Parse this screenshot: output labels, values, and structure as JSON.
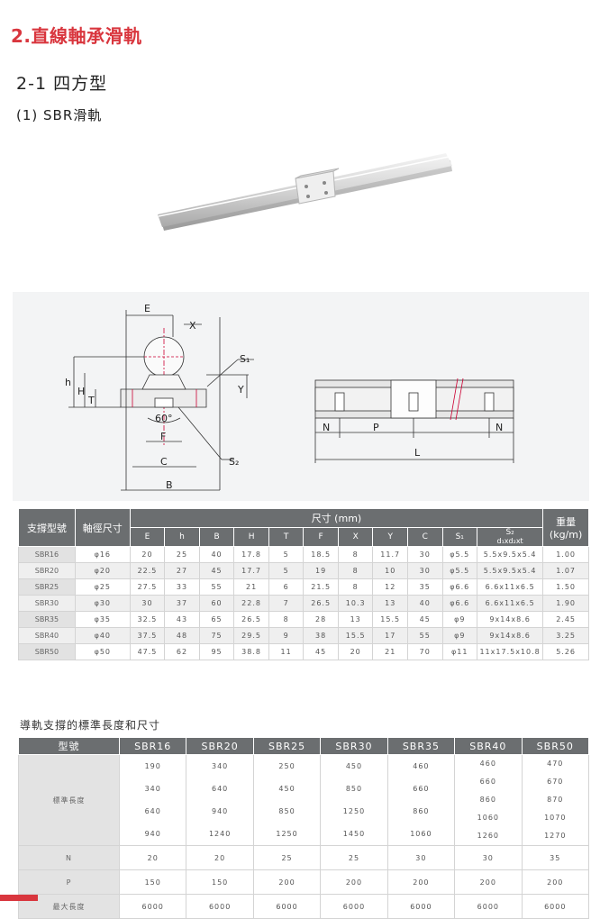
{
  "section_title": "2.直線軸承滑軌",
  "sub_title": "2-1 四方型",
  "sub_sub_title": "(1) SBR滑軌",
  "diagram": {
    "left_labels": {
      "E": "E",
      "X": "X",
      "S1": "S₁",
      "h": "h",
      "H": "H",
      "T": "T",
      "Y": "Y",
      "angle": "60°",
      "F": "F",
      "S2": "S₂",
      "C": "C",
      "B": "B"
    },
    "right_labels": {
      "N1": "N",
      "P": "P",
      "N2": "N",
      "L": "L"
    }
  },
  "spec_table": {
    "col_model": "支撐型號",
    "col_shaft": "軸徑尺寸",
    "col_dims_group": "尺寸 (mm)",
    "col_weight": "重量(kg/m)",
    "dim_headers": [
      "E",
      "h",
      "B",
      "H",
      "T",
      "F",
      "X",
      "Y",
      "C",
      "S₁"
    ],
    "s2_header": "S₂",
    "s2_sub": "d₁xd₂xt",
    "rows": [
      {
        "model": "SBR16",
        "shaft": "φ16",
        "vals": [
          "20",
          "25",
          "40",
          "17.8",
          "5",
          "18.5",
          "8",
          "11.7",
          "30",
          "φ5.5"
        ],
        "s2": "5.5x9.5x5.4",
        "weight": "1.00"
      },
      {
        "model": "SBR20",
        "shaft": "φ20",
        "vals": [
          "22.5",
          "27",
          "45",
          "17.7",
          "5",
          "19",
          "8",
          "10",
          "30",
          "φ5.5"
        ],
        "s2": "5.5x9.5x5.4",
        "weight": "1.07"
      },
      {
        "model": "SBR25",
        "shaft": "φ25",
        "vals": [
          "27.5",
          "33",
          "55",
          "21",
          "6",
          "21.5",
          "8",
          "12",
          "35",
          "φ6.6"
        ],
        "s2": "6.6x11x6.5",
        "weight": "1.50"
      },
      {
        "model": "SBR30",
        "shaft": "φ30",
        "vals": [
          "30",
          "37",
          "60",
          "22.8",
          "7",
          "26.5",
          "10.3",
          "13",
          "40",
          "φ6.6"
        ],
        "s2": "6.6x11x6.5",
        "weight": "1.90"
      },
      {
        "model": "SBR35",
        "shaft": "φ35",
        "vals": [
          "32.5",
          "43",
          "65",
          "26.5",
          "8",
          "28",
          "13",
          "15.5",
          "45",
          "φ9"
        ],
        "s2": "9x14x8.6",
        "weight": "2.45"
      },
      {
        "model": "SBR40",
        "shaft": "φ40",
        "vals": [
          "37.5",
          "48",
          "75",
          "29.5",
          "9",
          "38",
          "15.5",
          "17",
          "55",
          "φ9"
        ],
        "s2": "9x14x8.6",
        "weight": "3.25"
      },
      {
        "model": "SBR50",
        "shaft": "φ50",
        "vals": [
          "47.5",
          "62",
          "95",
          "38.8",
          "11",
          "45",
          "20",
          "21",
          "70",
          "φ11"
        ],
        "s2": "11x17.5x10.8",
        "weight": "5.26"
      }
    ]
  },
  "std_caption": "導軌支撐的標準長度和尺寸",
  "std_table": {
    "header_label": "型號",
    "models": [
      "SBR16",
      "SBR20",
      "SBR25",
      "SBR30",
      "SBR35",
      "SBR40",
      "SBR50"
    ],
    "std_length_label": "標準長度",
    "std_lengths": [
      [
        "190",
        "340",
        "640",
        "940"
      ],
      [
        "340",
        "640",
        "940",
        "1240"
      ],
      [
        "250",
        "450",
        "850",
        "1250"
      ],
      [
        "450",
        "850",
        "1250",
        "1450"
      ],
      [
        "460",
        "660",
        "860",
        "1060"
      ],
      [
        "460",
        "660",
        "860",
        "1060",
        "1260"
      ],
      [
        "470",
        "670",
        "870",
        "1070",
        "1270"
      ]
    ],
    "n_label": "N",
    "n_values": [
      "20",
      "20",
      "25",
      "25",
      "30",
      "30",
      "35"
    ],
    "p_label": "P",
    "p_values": [
      "150",
      "150",
      "200",
      "200",
      "200",
      "200",
      "200"
    ],
    "max_label": "最大長度",
    "max_values": [
      "6000",
      "6000",
      "6000",
      "6000",
      "6000",
      "6000",
      "6000"
    ]
  },
  "colors": {
    "accent": "#d9363e",
    "table_header": "#6b6e70",
    "diagram_bg": "#f3f4f5"
  }
}
